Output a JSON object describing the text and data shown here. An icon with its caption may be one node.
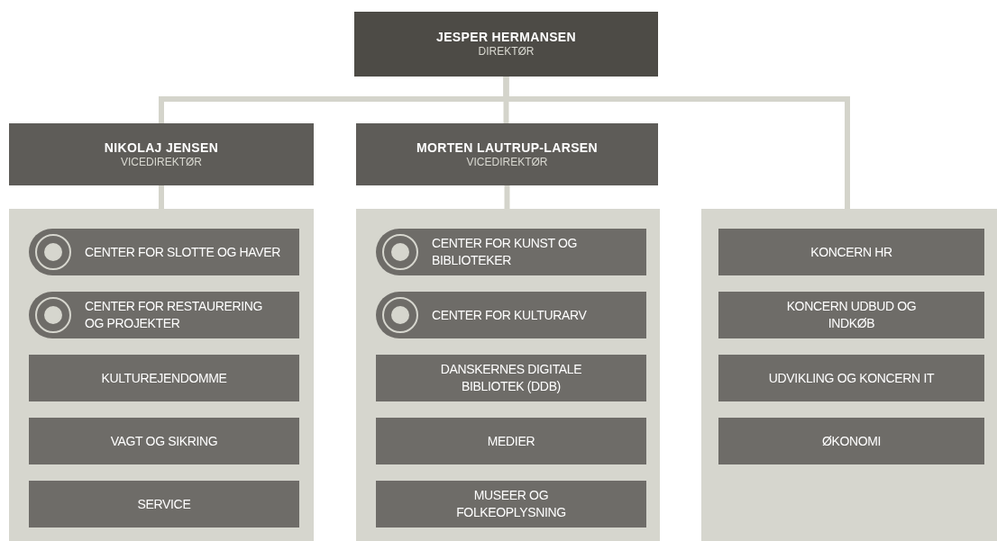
{
  "diagram": {
    "nodes": [
      {
        "text": [
          "JESPER HERMANSEN",
          "DIREKTØR"
        ]
      },
      {
        "text": [
          "NIKOLAJ JENSEN",
          "VICEDIREKTØR"
        ]
      },
      {
        "text": [
          "MORTEN LAUTRUP-LARSEN",
          "VICEDIREKTØR"
        ]
      },
      {
        "text": [],
        "shape": "box"
      },
      {
        "text": [
          "CENTER FOR SLOTTE OG HAVER"
        ],
        "in": 3
      },
      {
        "text": [
          "CENTER FOR RESTAURERING OG PROJEKTER"
        ],
        "in": 3
      },
      {
        "text": [
          "KULTUREJENDOMME"
        ],
        "in": 3
      },
      {
        "text": [
          "VAGT OG SIKRING"
        ],
        "in": 3
      },
      {
        "text": [
          "SERVICE"
        ],
        "in": 3
      },
      {
        "text": [],
        "shape": "box"
      },
      {
        "text": [
          "CENTER FOR KUNST OG BIBLIOTEKER"
        ],
        "in": 9
      },
      {
        "text": [
          "CENTER FOR KULTURARV"
        ],
        "in": 9
      },
      {
        "text": [
          "DANSKERNES DIGITALE BIBLIOTEK (DDB)"
        ],
        "in": 9
      },
      {
        "text": [
          "MEDIER"
        ],
        "in": 9
      },
      {
        "text": [
          "MUSEER OG FOLKEOPLYSNING"
        ],
        "in": 9
      },
      {
        "text": [],
        "shape": "box"
      },
      {
        "text": [
          "KONCERN HR"
        ],
        "in": 15
      },
      {
        "text": [
          "KONCERN UDBUD OG INDKØB"
        ],
        "in": 15
      },
      {
        "text": [
          "UDVIKLING OG KONCERN IT"
        ],
        "in": 15
      },
      {
        "text": [
          "ØKONOMI"
        ],
        "in": 15
      }
    ],
    "edges": [
      {
        "from": 0,
        "to": 1,
        "arrow": "none"
      },
      {
        "from": 0,
        "to": 2,
        "arrow": "none"
      },
      {
        "from": 0,
        "to": 15,
        "arrow": "none"
      },
      {
        "from": 1,
        "to": 3,
        "arrow": "none"
      },
      {
        "from": 2,
        "to": 9,
        "arrow": "none"
      }
    ]
  }
}
